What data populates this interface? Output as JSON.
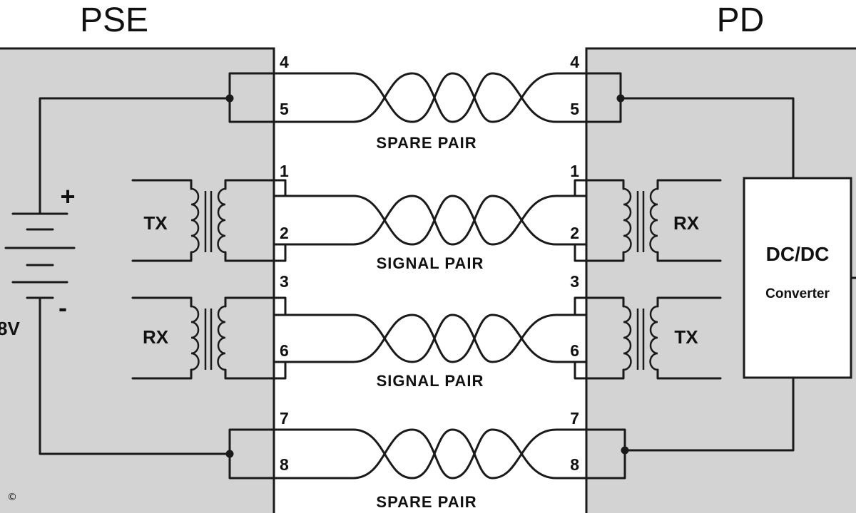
{
  "titles": {
    "pse": "PSE",
    "pd": "PD"
  },
  "pse": {
    "voltage": "8V",
    "plus": "+",
    "minus": "-",
    "tx": "TX",
    "rx": "RX"
  },
  "pd": {
    "rx": "RX",
    "tx": "TX",
    "converter_title": "DC/DC",
    "converter_sub": "Converter"
  },
  "pins": {
    "left": [
      "4",
      "5",
      "1",
      "2",
      "3",
      "6",
      "7",
      "8"
    ],
    "right": [
      "4",
      "5",
      "1",
      "2",
      "3",
      "6",
      "7",
      "8"
    ]
  },
  "pairs": [
    "SPARE PAIR",
    "SIGNAL PAIR",
    "SIGNAL PAIR",
    "SPARE PAIR"
  ],
  "copyright": "©"
}
